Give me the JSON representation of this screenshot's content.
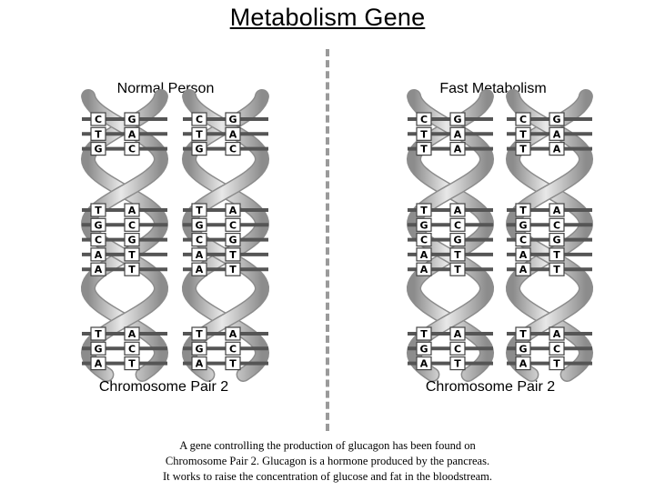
{
  "title": "Metabolism Gene",
  "panels": [
    {
      "label": "Normal Person",
      "pair_label": "Chromosome Pair 2",
      "chromosomes": [
        {
          "groups": [
            [
              [
                "C",
                "G"
              ],
              [
                "T",
                "A"
              ],
              [
                "G",
                "C"
              ]
            ],
            [
              [
                "T",
                "A"
              ],
              [
                "G",
                "C"
              ],
              [
                "C",
                "G"
              ],
              [
                "A",
                "T"
              ],
              [
                "A",
                "T"
              ]
            ],
            [
              [
                "T",
                "A"
              ],
              [
                "G",
                "C"
              ],
              [
                "A",
                "T"
              ]
            ]
          ]
        },
        {
          "groups": [
            [
              [
                "C",
                "G"
              ],
              [
                "T",
                "A"
              ],
              [
                "G",
                "C"
              ]
            ],
            [
              [
                "T",
                "A"
              ],
              [
                "G",
                "C"
              ],
              [
                "C",
                "G"
              ],
              [
                "A",
                "T"
              ],
              [
                "A",
                "T"
              ]
            ],
            [
              [
                "T",
                "A"
              ],
              [
                "G",
                "C"
              ],
              [
                "A",
                "T"
              ]
            ]
          ]
        }
      ]
    },
    {
      "label": "Fast Metabolism",
      "pair_label": "Chromosome Pair 2",
      "chromosomes": [
        {
          "groups": [
            [
              [
                "C",
                "G"
              ],
              [
                "T",
                "A"
              ],
              [
                "T",
                "A"
              ]
            ],
            [
              [
                "T",
                "A"
              ],
              [
                "G",
                "C"
              ],
              [
                "C",
                "G"
              ],
              [
                "A",
                "T"
              ],
              [
                "A",
                "T"
              ]
            ],
            [
              [
                "T",
                "A"
              ],
              [
                "G",
                "C"
              ],
              [
                "A",
                "T"
              ]
            ]
          ]
        },
        {
          "groups": [
            [
              [
                "C",
                "G"
              ],
              [
                "T",
                "A"
              ],
              [
                "T",
                "A"
              ]
            ],
            [
              [
                "T",
                "A"
              ],
              [
                "G",
                "C"
              ],
              [
                "C",
                "G"
              ],
              [
                "A",
                "T"
              ],
              [
                "A",
                "T"
              ]
            ],
            [
              [
                "T",
                "A"
              ],
              [
                "G",
                "C"
              ],
              [
                "A",
                "T"
              ]
            ]
          ]
        }
      ]
    }
  ],
  "caption": [
    "A gene controlling the production of glucagon has been found on",
    "Chromosome Pair 2. Glucagon is a hormone produced by the pancreas.",
    "It works to raise the concentration of glucose and fat in the bloodstream."
  ],
  "colors": {
    "strand_light": "#e8e8e8",
    "strand_dark": "#8c8c8c",
    "rung": "#555555",
    "box_fill": "#ffffff",
    "box_stroke": "#444444"
  }
}
